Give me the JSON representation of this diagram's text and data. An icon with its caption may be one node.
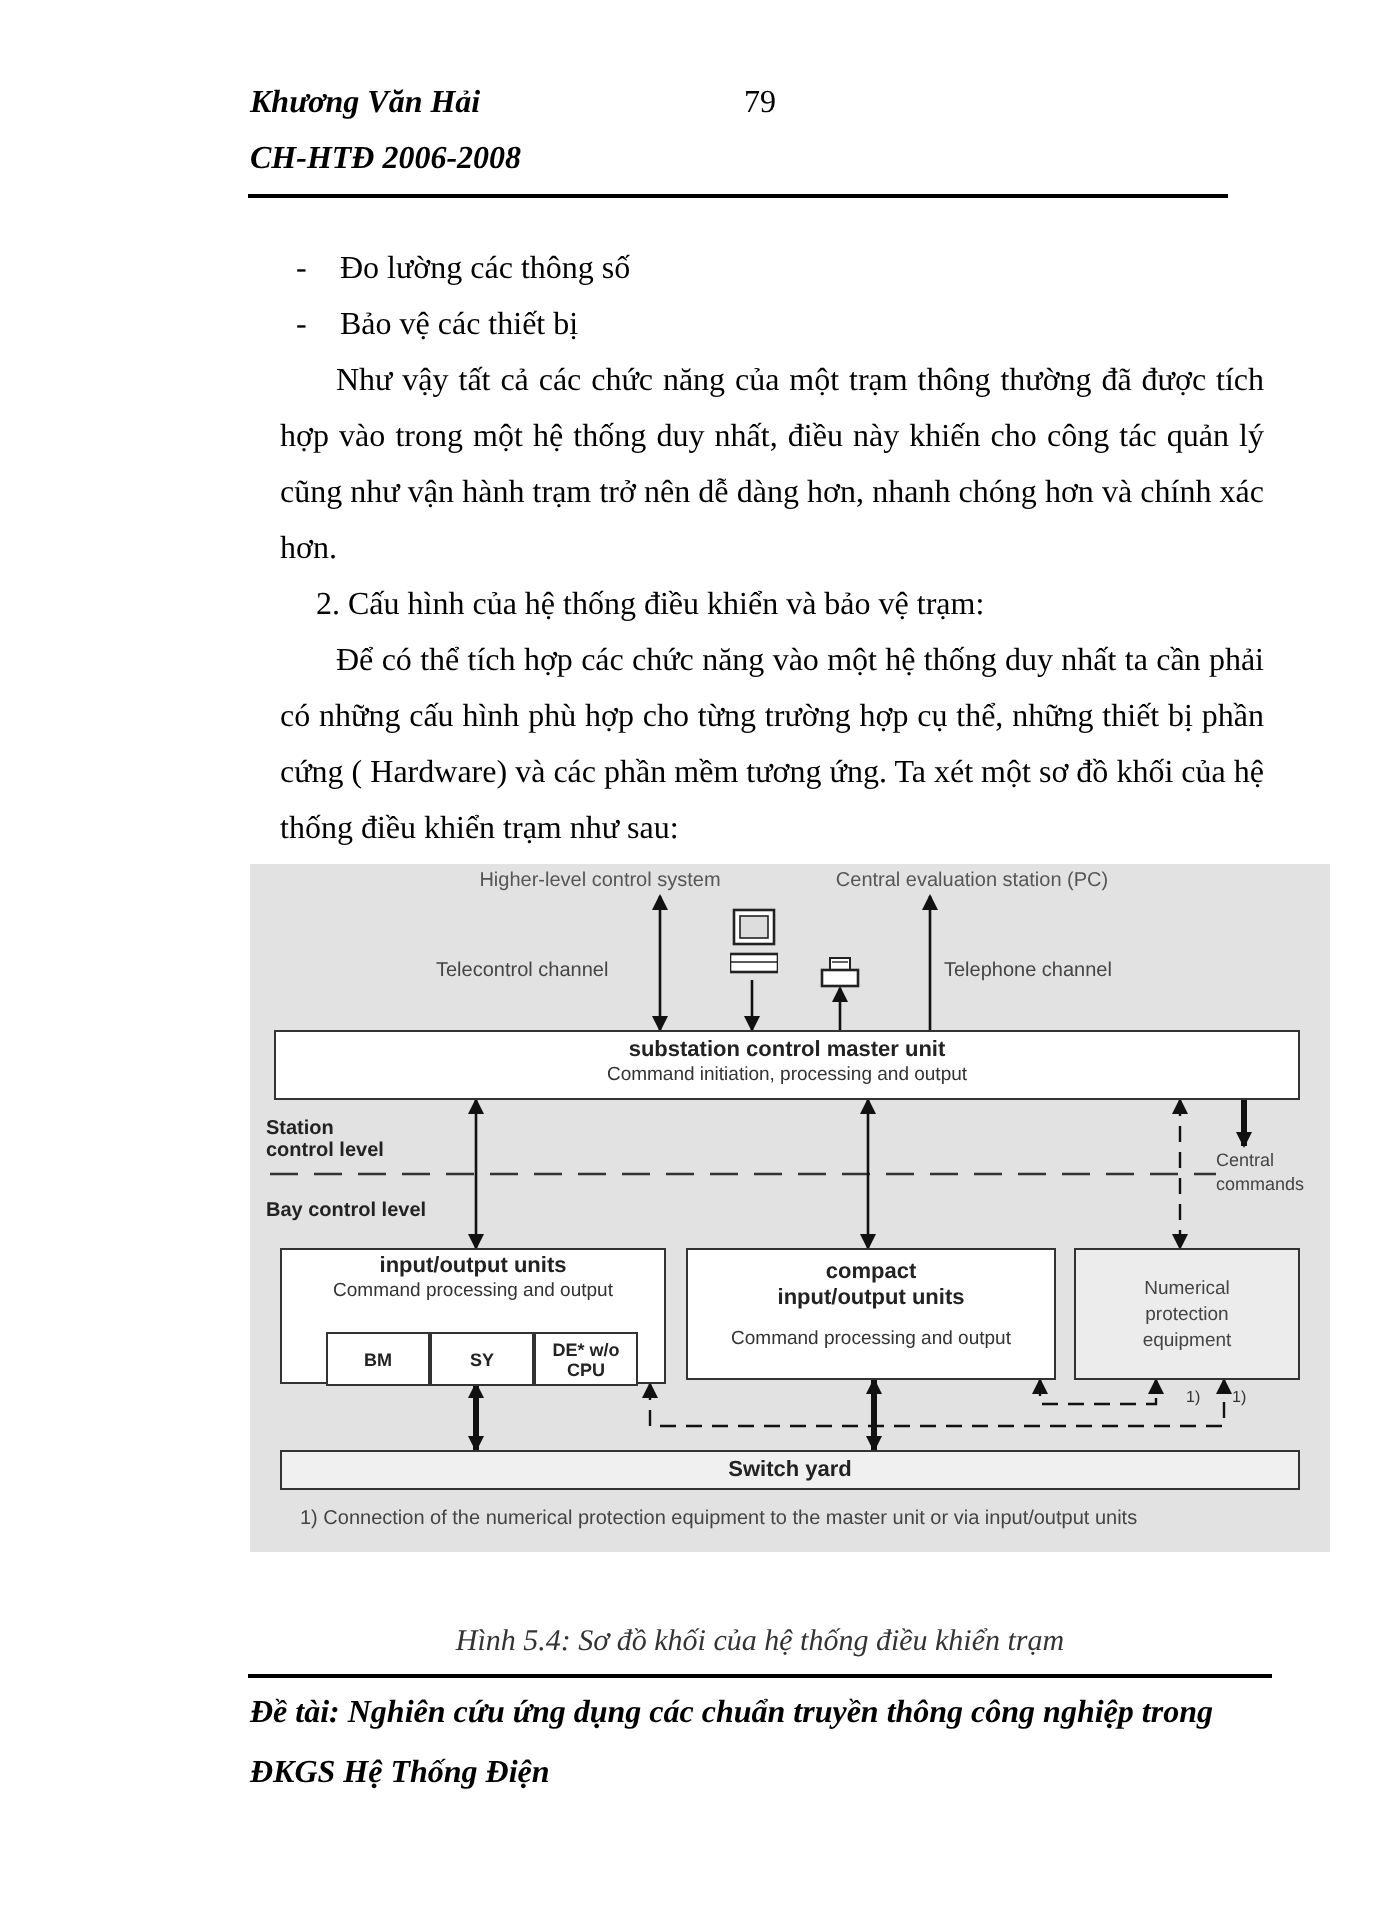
{
  "diagram": {
    "caption": "Hình 5.4: Sơ đồ khối của hệ thống điều khiển trạm",
    "nodes": [
      {
        "text": [
          "Higher-level control system"
        ]
      },
      {
        "text": [
          "Central evaluation station (PC)"
        ]
      },
      {
        "text": [],
        "shape": "computer"
      },
      {
        "text": [],
        "shape": "printer"
      },
      {
        "text": [
          "substation control master unit",
          "Command initiation, processing and output"
        ]
      },
      {
        "text": [
          "input/output units",
          "Command processing and output"
        ]
      },
      {
        "text": [
          "BM"
        ],
        "in": 5
      },
      {
        "text": [
          "SY"
        ],
        "in": 5
      },
      {
        "text": [
          "DE* w/o CPU"
        ],
        "in": 5
      },
      {
        "text": [
          "compact input/output units",
          "Command processing and output"
        ]
      },
      {
        "text": [
          "Numerical protection equipment"
        ]
      },
      {
        "text": [
          "Switch yard"
        ]
      }
    ],
    "edges": [
      {
        "from": 0,
        "to": 4,
        "arrow": "both"
      },
      {
        "from": 2,
        "to": 4,
        "arrow": "to"
      },
      {
        "from": 4,
        "to": 3,
        "arrow": "to"
      },
      {
        "from": 4,
        "to": 1,
        "arrow": "to"
      },
      {
        "from": 4,
        "to": null,
        "arrow": "to",
        "style": "thick",
        "label": "Central commands"
      },
      {
        "from": 4,
        "to": 5,
        "arrow": "both"
      },
      {
        "from": 4,
        "to": 9,
        "arrow": "both"
      },
      {
        "from": 4,
        "to": 10,
        "arrow": "both",
        "style": "dashed"
      },
      {
        "from": 5,
        "to": 11,
        "arrow": "both",
        "style": "thick"
      },
      {
        "from": 9,
        "to": 11,
        "arrow": "both",
        "style": "thick"
      },
      {
        "from": 9,
        "to": 10,
        "arrow": "both",
        "style": "dashed"
      },
      {
        "from": 5,
        "to": 10,
        "arrow": "both",
        "style": "dashed"
      }
    ],
    "labels": [
      "Khương Văn Hải",
      "79",
      "CH-HTĐ 2006-2008",
      "-",
      "Đo lường các thông số",
      "-",
      "Bảo vệ các thiết bị",
      "Như vậy tất cả các chức năng của một trạm thông thường đã được tích hợp vào trong một hệ thống duy nhất, điều này khiến cho công tác quản lý cũng như vận hành trạm trở nên dễ dàng hơn, nhanh chóng hơn và chính xác hơn.",
      "2. Cấu hình của hệ thống điều khiển và bảo vệ trạm:",
      "Để có thể tích hợp các chức năng vào một hệ thống duy nhất ta cần phải có những cấu hình phù hợp cho từng trường hợp cụ thể, những thiết bị phần cứng ( Hardware) và các phần mềm tương ứng. Ta xét một sơ đồ khối của hệ thống điều khiển trạm như sau:",
      "Telecontrol channel",
      "Telephone channel",
      "Station control level",
      "Bay control level",
      "1)",
      "1)",
      "1) Connection of the numerical protection equipment to the master unit or via input/output units",
      "Đề tài: Nghiên cứu ứng dụng các chuẩn truyền thông công nghiệp trong ĐKGS Hệ Thống Điện"
    ]
  }
}
